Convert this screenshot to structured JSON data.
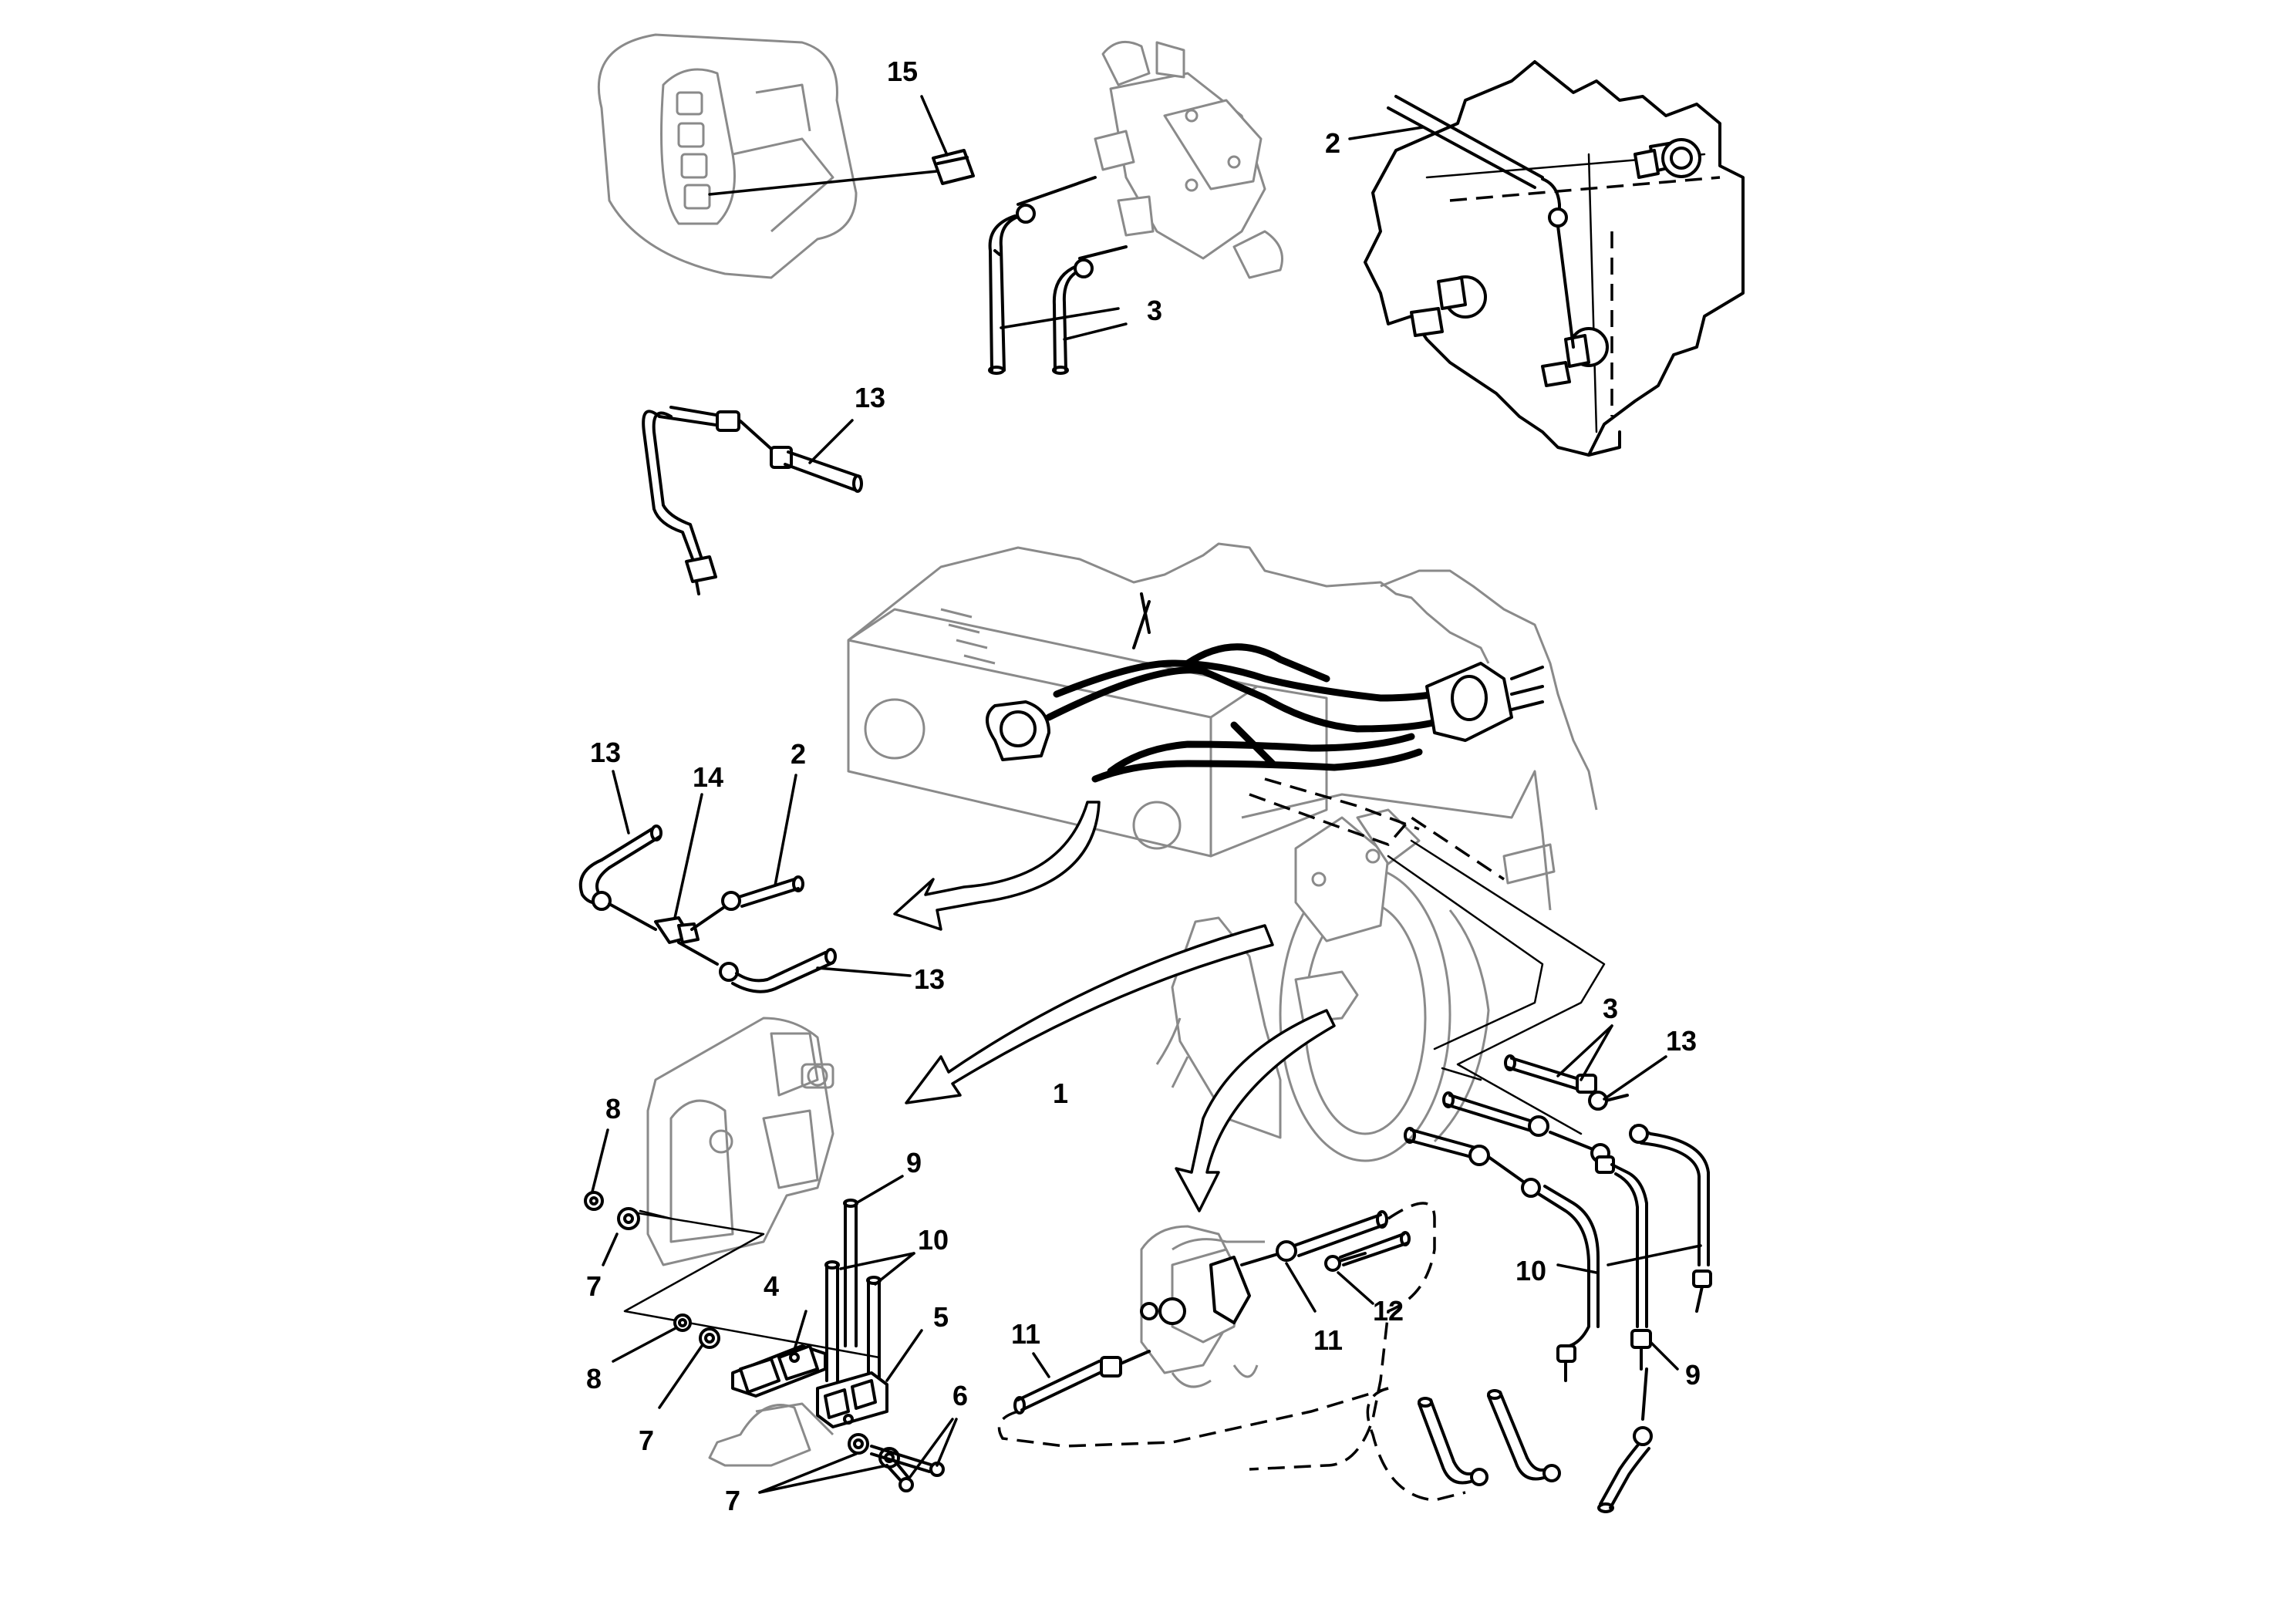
{
  "callouts": {
    "c15": "15",
    "c3a": "3",
    "c2a": "2",
    "c13a": "13",
    "c13b": "13",
    "c14": "14",
    "c2b": "2",
    "c13c": "13",
    "c3b": "3",
    "c13d": "13",
    "c1": "1",
    "c8a": "8",
    "c7a": "7",
    "c9a": "9",
    "c10a": "10",
    "c4": "4",
    "c5": "5",
    "c8b": "8",
    "c7b": "7",
    "c6": "6",
    "c7c": "7",
    "c11a": "11",
    "c11b": "11",
    "c12": "12",
    "c10b": "10",
    "c9b": "9"
  }
}
